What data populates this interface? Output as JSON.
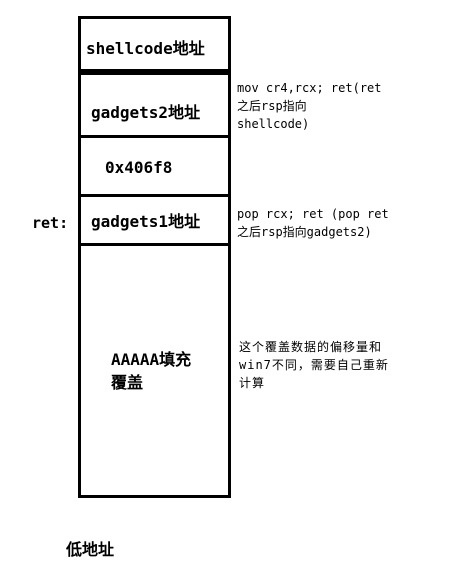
{
  "stack": {
    "slots": [
      {
        "label": "shellcode地址"
      },
      {
        "label": "gadgets2地址"
      },
      {
        "label": "0x406f8"
      },
      {
        "label": "gadgets1地址"
      },
      {
        "label": "AAAAA填充\n覆盖"
      }
    ]
  },
  "ret_label": "ret:",
  "notes": {
    "gadgets2": "mov cr4,rcx; ret(ret\n之后rsp指向\nshellcode)",
    "gadgets1": "pop rcx; ret (pop ret\n之后rsp指向gadgets2)",
    "padding": "这个覆盖数据的偏移量和\nwin7不同，需要自己重新\n计算"
  },
  "low_address_label": "低地址"
}
